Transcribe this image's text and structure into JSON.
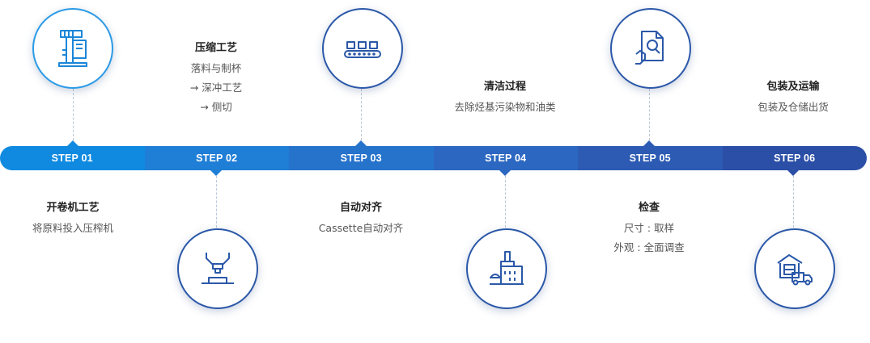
{
  "steps": [
    {
      "label": "STEP 01",
      "title": "开卷机工艺",
      "lines": [
        "将原料投入压榨机"
      ]
    },
    {
      "label": "STEP 02",
      "title": "压缩工艺",
      "lines": [
        "落料与制杯",
        "→  深冲工艺",
        "→  侧切"
      ]
    },
    {
      "label": "STEP 03",
      "title": "自动对齐",
      "lines": [
        "Cassette自动对齐"
      ]
    },
    {
      "label": "STEP 04",
      "title": "清洁过程",
      "lines": [
        "去除烃基污染物和油类"
      ]
    },
    {
      "label": "STEP 05",
      "title": "检查",
      "lines": [
        "尺寸 : 取样",
        "外观 : 全面调查"
      ]
    },
    {
      "label": "STEP 06",
      "title": "包装及运输",
      "lines": [
        "包装及仓储出货"
      ]
    }
  ],
  "icons": {
    "step1": "uncoiler-machine-icon",
    "step2": "press-machine-icon",
    "step3": "conveyor-icon",
    "step4": "factory-icon",
    "step5": "inspection-document-icon",
    "step6": "warehouse-truck-icon"
  },
  "colors": {
    "step1": "#0f8ae0",
    "step2": "#1f7ed6",
    "step3": "#2673cc",
    "step4": "#2c67c1",
    "step5": "#2d5bb4",
    "step6": "#2b4fa6",
    "circle_border_light": "#2b9be6",
    "circle_border_dark": "#2b58a8"
  }
}
